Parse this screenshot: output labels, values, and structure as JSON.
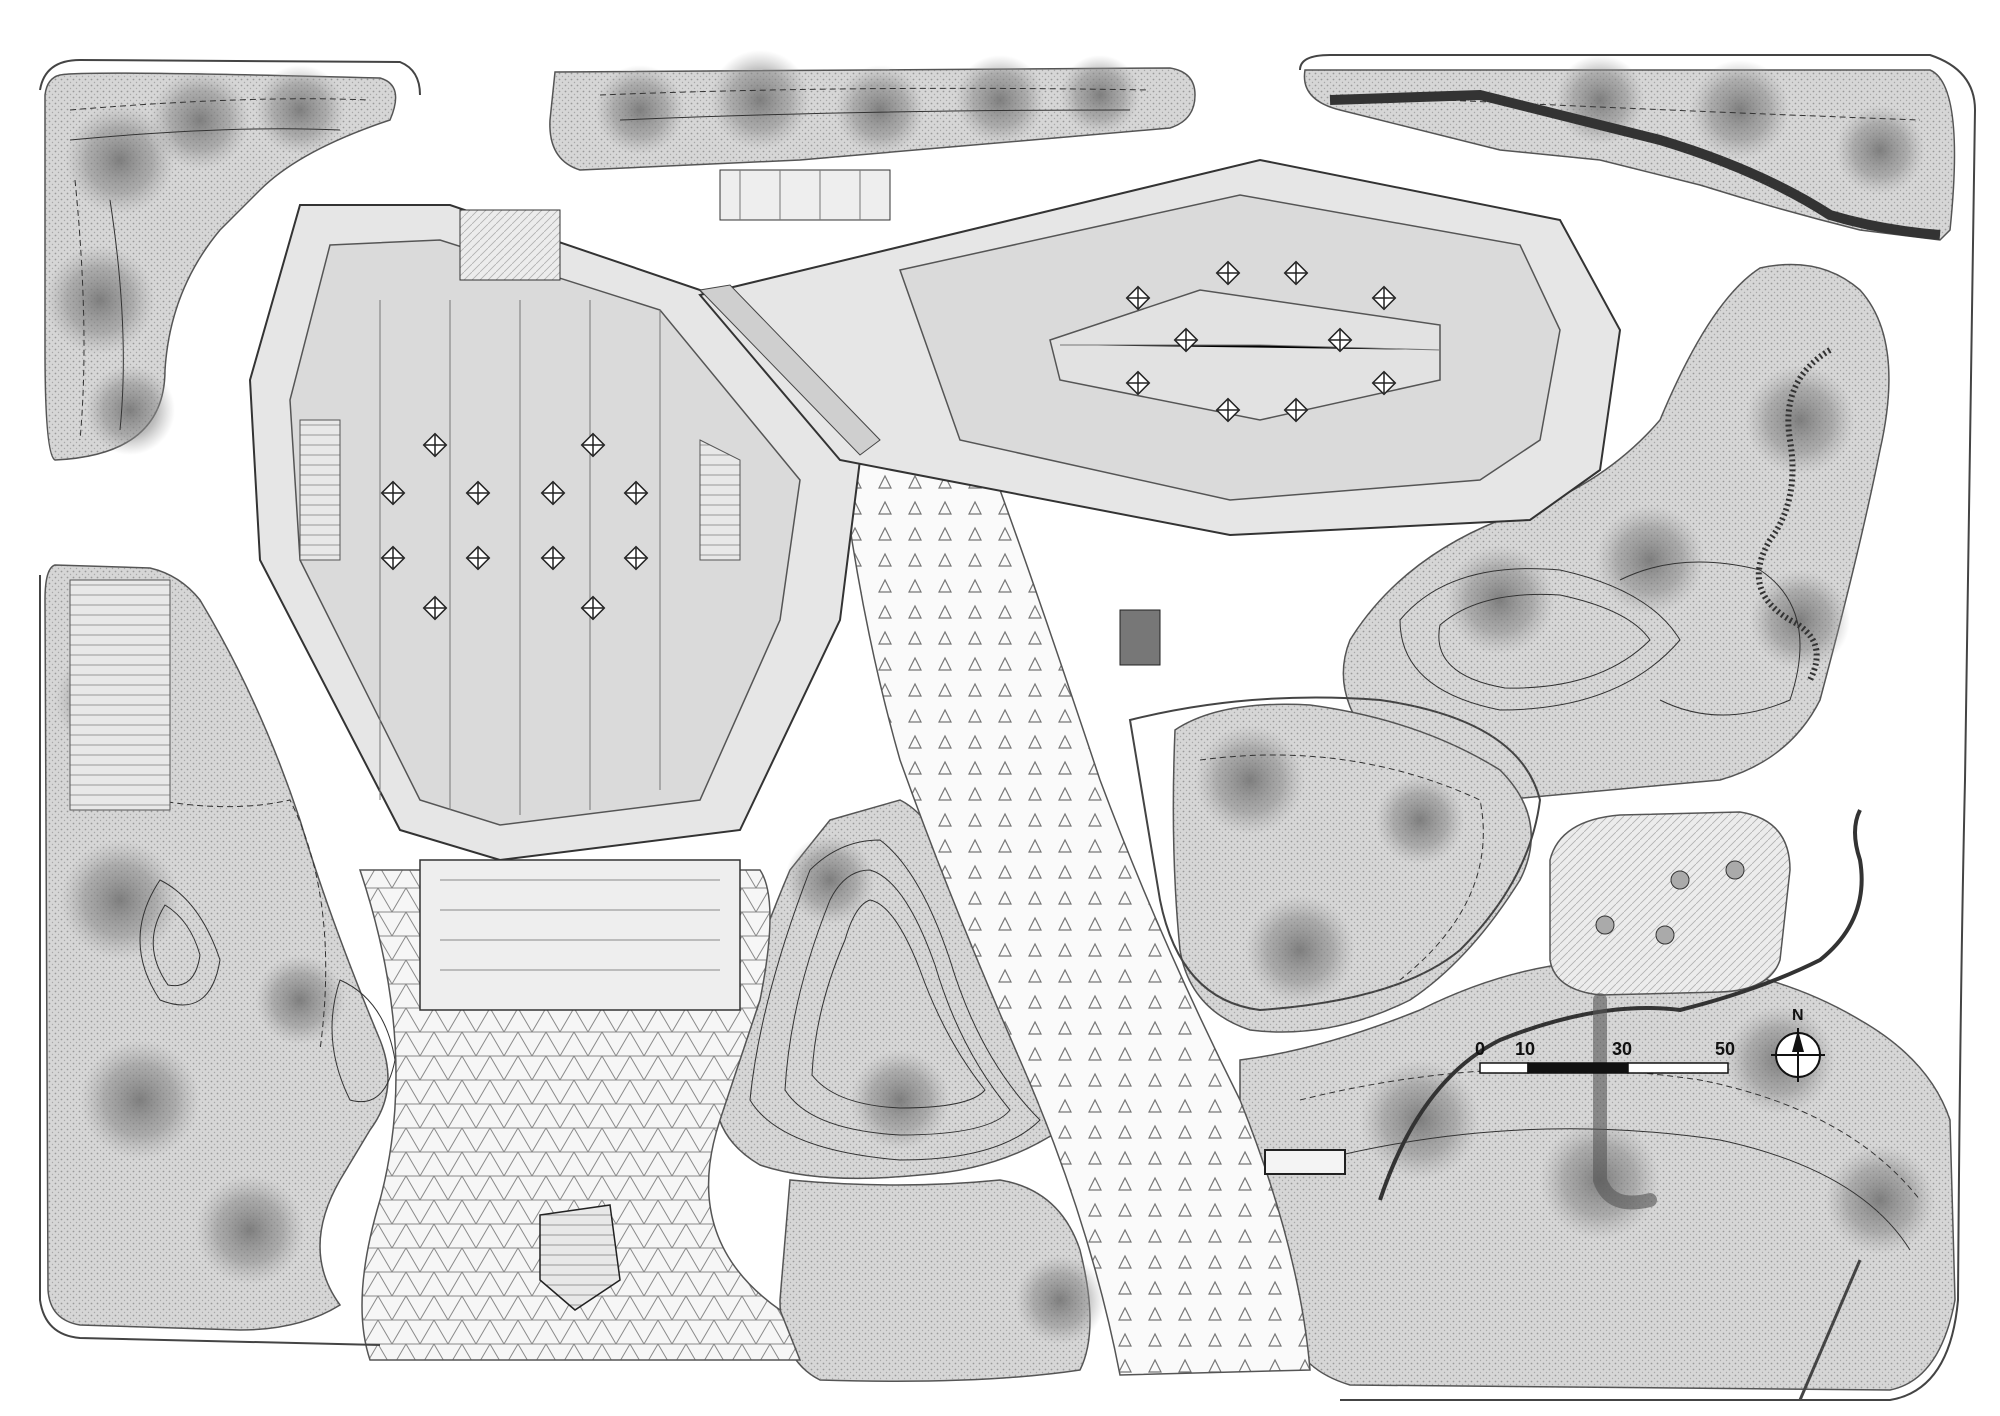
{
  "drawing": {
    "scale_bar": {
      "labels": [
        "0",
        "10",
        "30",
        "50"
      ],
      "unit": ""
    },
    "north_arrow": {
      "label": "N",
      "icon": "north-arrow-icon"
    }
  },
  "colors": {
    "paper": "#ffffff",
    "landscape": "#c8c8c8",
    "trees": "#8c8c8c",
    "roof": "#e2e2e2",
    "roof_lines": "#555555",
    "paving": "#f2f2f2",
    "line": "#444444"
  }
}
